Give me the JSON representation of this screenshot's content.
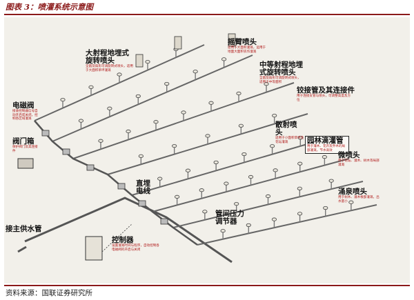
{
  "header": {
    "title": "图表 3：喷灌系统示意图"
  },
  "footer": {
    "source": "资料来源：国联证券研究所"
  },
  "diagram": {
    "labels": {
      "big_rotor": {
        "title": "大射程地埋式旋转喷头",
        "desc": "全圆及扇形可调旋转式喷头，适用于大面积草坪灌溉"
      },
      "swing": {
        "title": "摇臂喷头",
        "desc": "适用于大面积灌溉，运用于地面大面积农作灌溉"
      },
      "mid_rotor": {
        "title": "中等射程地埋式旋转喷头",
        "desc": "全圆及扇形可调旋转式喷头，适用于中等面积"
      },
      "swivel": {
        "title": "铰接管及其连接件",
        "desc": "用于连接支管与喷头，可调整高度及方位"
      },
      "solenoid": {
        "title": "电磁阀",
        "desc": "接收控制器信号自动开启或关闭，控制各区域灌溉"
      },
      "spray": {
        "title": "散射喷头",
        "desc": "适用于小面积草坪及花坛灌溉"
      },
      "drip": {
        "title": "园林滴灌管",
        "desc": "用于灌木、花卉及乔木的局部灌溉，节水高效"
      },
      "gate": {
        "title": "阀门箱",
        "desc": "保护阀门及其连接件"
      },
      "direct": {
        "title": "直埋电线",
        "desc": ""
      },
      "bubbler": {
        "title": "微喷头",
        "desc": "用于花坛、灌木、树木等局部灌溉"
      },
      "pressure": {
        "title": "管间压力调节器",
        "desc": ""
      },
      "geyser": {
        "title": "涌泉喷头",
        "desc": "用于树木、灌木根部灌溉，出水量小"
      },
      "main_pipe": {
        "title": "接主供水管",
        "desc": ""
      },
      "controller": {
        "title": "控制器",
        "desc": "设置灌溉时间与程序，自动控制各电磁阀的开启与关闭"
      }
    }
  }
}
